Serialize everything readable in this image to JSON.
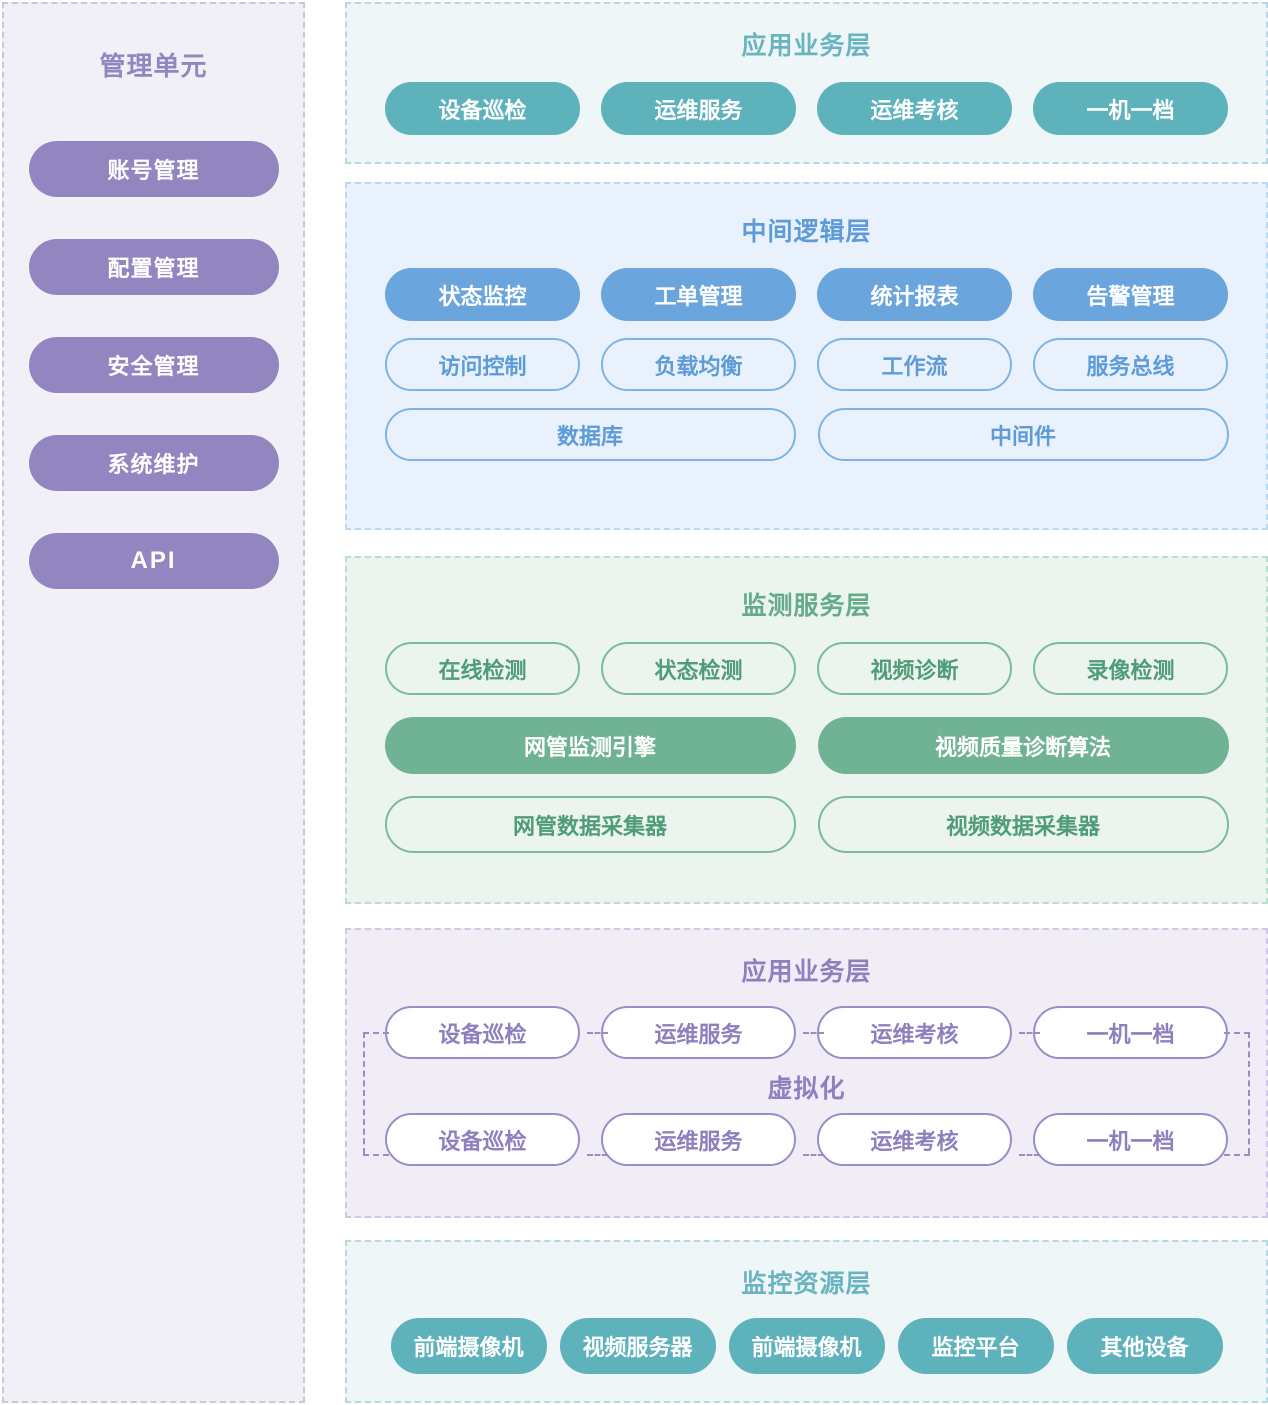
{
  "sidebar": {
    "title": "管理单元",
    "items": [
      {
        "label": "账号管理"
      },
      {
        "label": "配置管理"
      },
      {
        "label": "安全管理"
      },
      {
        "label": "系统维护"
      },
      {
        "label": "API"
      }
    ]
  },
  "layers": [
    {
      "id": "app-top",
      "title": "应用业务层",
      "accent": "#5eb2bc",
      "background": "#eef6f8",
      "items": [
        "设备巡检",
        "运维服务",
        "运维考核",
        "一机一档"
      ]
    },
    {
      "id": "middle",
      "title": "中间逻辑层",
      "accent": "#6ba5dd",
      "background": "#e9f2fc",
      "row_a": [
        "状态监控",
        "工单管理",
        "统计报表",
        "告警管理"
      ],
      "row_b": [
        "访问控制",
        "负载均衡",
        "工作流",
        "服务总线"
      ],
      "row_c": [
        "数据库",
        "中间件"
      ]
    },
    {
      "id": "monitor",
      "title": "监测服务层",
      "accent": "#6fb394",
      "background": "#ecf4ef",
      "row_a": [
        "在线检测",
        "状态检测",
        "视频诊断",
        "录像检测"
      ],
      "row_b": [
        "网管监测引擎",
        "视频质量诊断算法"
      ],
      "row_c": [
        "网管数据采集器",
        "视频数据采集器"
      ]
    },
    {
      "id": "virt",
      "title": "应用业务层",
      "subtitle": "虚拟化",
      "accent": "#9b8cc7",
      "background": "#f0edf7",
      "row_a": [
        "设备巡检",
        "运维服务",
        "运维考核",
        "一机一档"
      ],
      "row_b": [
        "设备巡检",
        "运维服务",
        "运维考核",
        "一机一档"
      ]
    },
    {
      "id": "resource",
      "title": "监控资源层",
      "accent": "#5eb2bc",
      "background": "#eef6f8",
      "items": [
        "前端摄像机",
        "视频服务器",
        "前端摄像机",
        "监控平台",
        "其他设备"
      ]
    }
  ]
}
